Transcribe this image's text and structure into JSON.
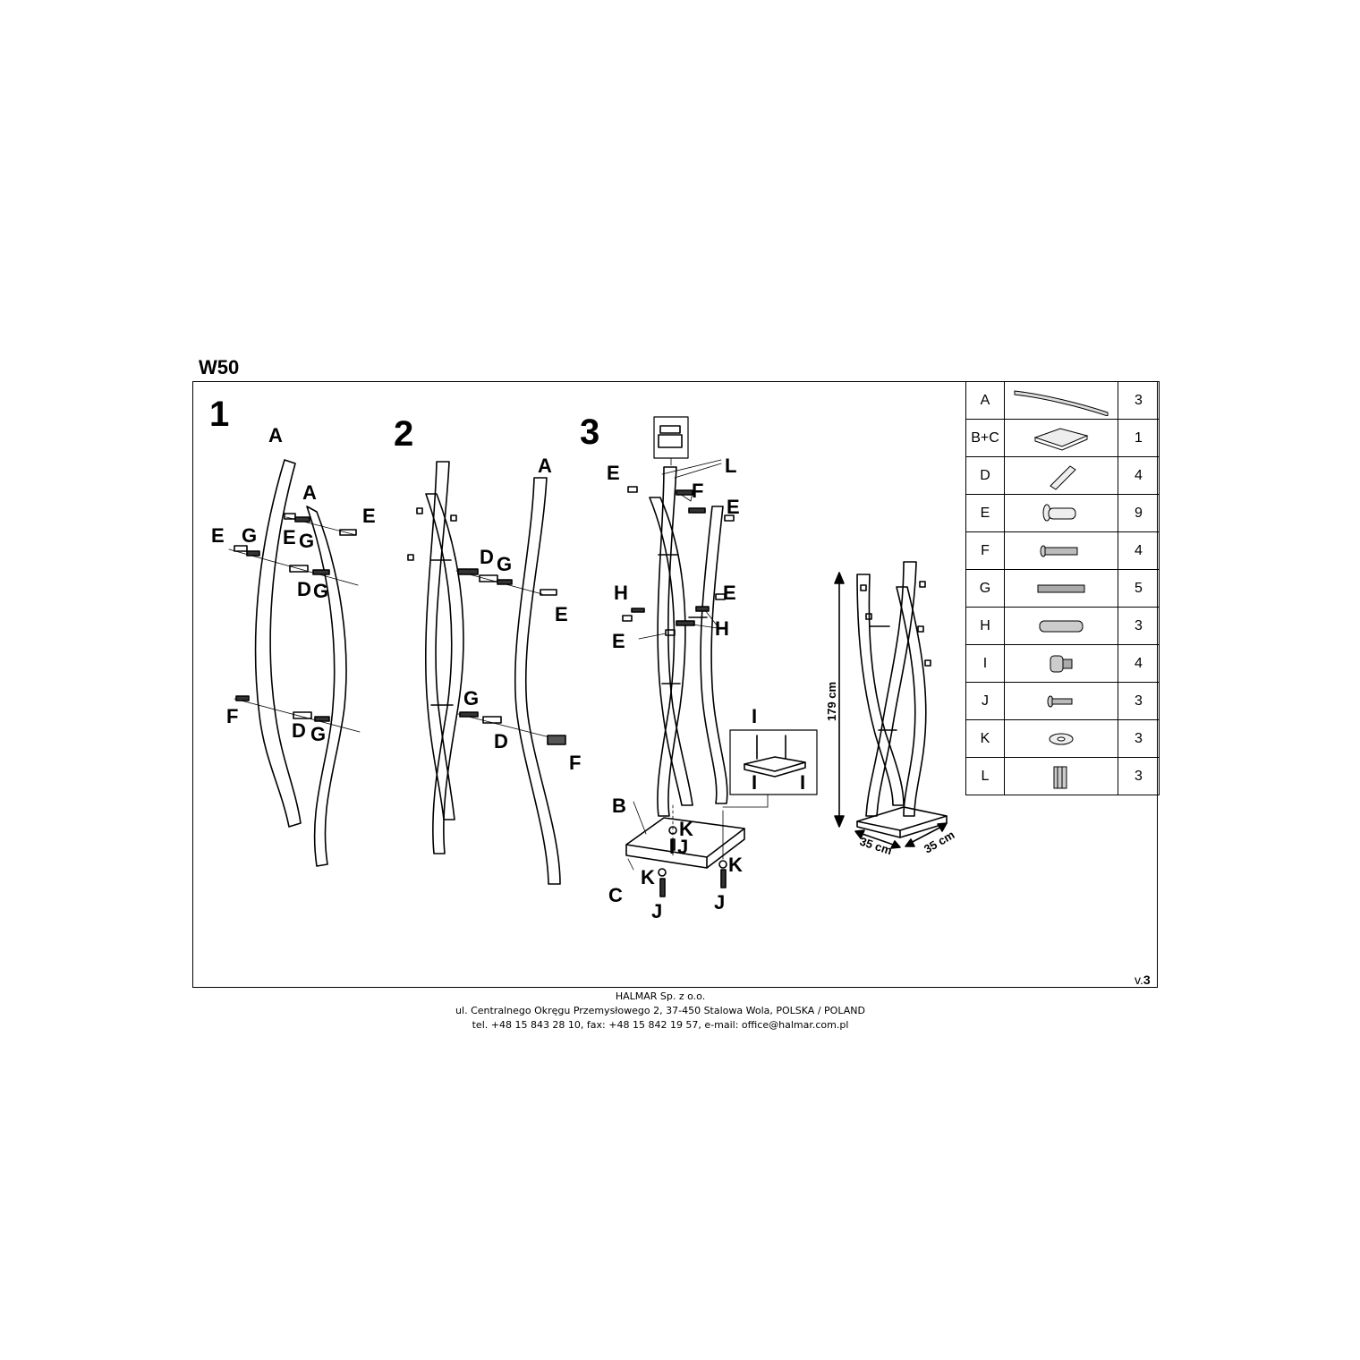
{
  "document": {
    "model": "W50",
    "version_prefix": "v.",
    "version_number": "3",
    "steps": [
      "1",
      "2",
      "3"
    ]
  },
  "labels": {
    "step1": [
      "A",
      "A",
      "E",
      "G",
      "E",
      "G",
      "E",
      "D",
      "G",
      "F",
      "D",
      "G"
    ],
    "step2": [
      "A",
      "D",
      "G",
      "E",
      "G",
      "D",
      "F"
    ],
    "step3": [
      "L",
      "E",
      "F",
      "E",
      "H",
      "E",
      "E",
      "H",
      "B",
      "K",
      "I",
      "J",
      "K",
      "C",
      "K",
      "J",
      "J",
      "I",
      "I",
      "I"
    ]
  },
  "dimensions": {
    "height": "179 cm",
    "width": "35 cm",
    "depth": "35 cm"
  },
  "parts": [
    {
      "code": "A",
      "icon": "curved-bar-icon",
      "qty": "3"
    },
    {
      "code": "B+C",
      "icon": "base-plate-icon",
      "qty": "1"
    },
    {
      "code": "D",
      "icon": "dowel-icon",
      "qty": "4"
    },
    {
      "code": "E",
      "icon": "hook-peg-icon",
      "qty": "9"
    },
    {
      "code": "F",
      "icon": "long-screw-icon",
      "qty": "4"
    },
    {
      "code": "G",
      "icon": "threaded-rod-icon",
      "qty": "5"
    },
    {
      "code": "H",
      "icon": "spring-icon",
      "qty": "3"
    },
    {
      "code": "I",
      "icon": "foot-screw-icon",
      "qty": "4"
    },
    {
      "code": "J",
      "icon": "bolt-icon",
      "qty": "3"
    },
    {
      "code": "K",
      "icon": "washer-icon",
      "qty": "3"
    },
    {
      "code": "L",
      "icon": "end-cap-icon",
      "qty": "3"
    }
  ],
  "footer": {
    "company": "HALMAR Sp. z o.o.",
    "address": "ul. Centralnego Okręgu Przemysłowego 2, 37-450 Stalowa Wola, POLSKA / POLAND",
    "contact": "tel. +48 15 843 28 10, fax: +48 15 842 19 57, e-mail: office@halmar.com.pl"
  }
}
